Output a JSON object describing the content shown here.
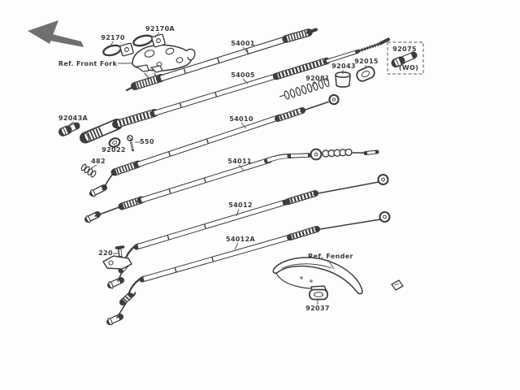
{
  "diagram": {
    "kind": "exploded-parts-diagram",
    "background_color": "#fdfdfd",
    "line_color": "#3d3d3d",
    "arrow_color": "#6f6f6f"
  },
  "labels": {
    "92170A": "92170A",
    "92170": "92170",
    "ref_front_fork": "Ref. Front Fork",
    "54001": "54001",
    "54005": "54005",
    "92081": "92081",
    "92043": "92043",
    "92015": "92015",
    "92075": "92075",
    "92075_note": "(WO)",
    "92043A": "92043A",
    "92022": "92022",
    "550": "550",
    "482": "482",
    "54010": "54010",
    "54011": "54011",
    "54012": "54012",
    "54012A": "54012A",
    "220": "220",
    "ref_fender": "Ref. Fender",
    "92037": "92037"
  }
}
